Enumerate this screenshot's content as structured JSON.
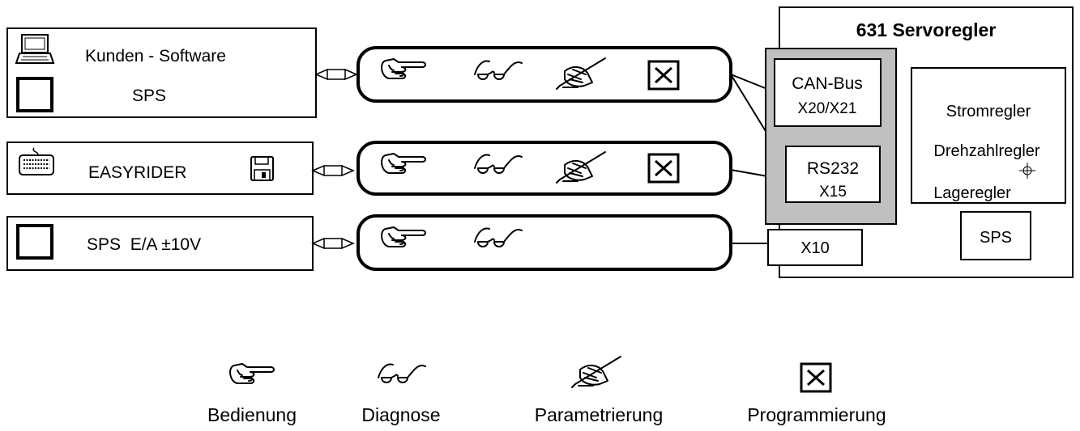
{
  "left_boxes": [
    {
      "line1": "Kunden - Software",
      "line2": "SPS",
      "icon1": "computer-icon",
      "icon2": "square-icon"
    },
    {
      "label": "EASYRIDER",
      "icon": "keyboard-icon",
      "icon_right": "floppy-disk-icon"
    },
    {
      "label": "SPS  E/A ±10V",
      "icon": "square-icon"
    }
  ],
  "servo": {
    "title": "631 Servoregler",
    "ports": [
      {
        "line1": "CAN-Bus",
        "line2": "X20/X21"
      },
      {
        "line1": "RS232",
        "line2": "X15"
      },
      {
        "label": "X10"
      }
    ],
    "controller": {
      "items": [
        "Stromregler",
        "Drehzahlregler",
        "Lageregler"
      ],
      "icon": "crosshair-icon"
    },
    "sps": "SPS"
  },
  "legend": [
    {
      "icon": "pointing-hand-icon",
      "label": "Bedienung"
    },
    {
      "icon": "glasses-icon",
      "label": "Diagnose"
    },
    {
      "icon": "writing-hand-icon",
      "label": "Parametrierung"
    },
    {
      "icon": "x-box-icon",
      "label": "Programmierung"
    }
  ],
  "colors": {
    "port_panel": "#c0c0c0",
    "line": "#000000",
    "background": "#ffffff"
  }
}
